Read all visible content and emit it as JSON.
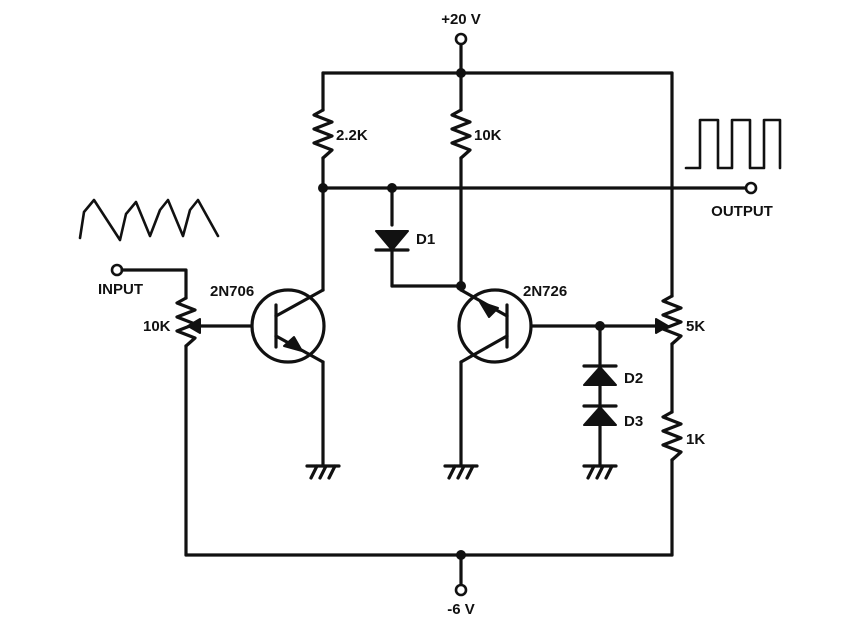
{
  "supply": {
    "positive": "+20 V",
    "negative": "-6 V"
  },
  "resistors": {
    "r_collector": "2.2K",
    "r_base": "10K",
    "r_input": "10K",
    "r_trim": "5K",
    "r_bottom": "1K"
  },
  "transistors": {
    "q1": "2N706",
    "q2": "2N726"
  },
  "diodes": {
    "d1": "D1",
    "d2": "D2",
    "d3": "D3"
  },
  "ports": {
    "input": "INPUT",
    "output": "OUTPUT"
  }
}
